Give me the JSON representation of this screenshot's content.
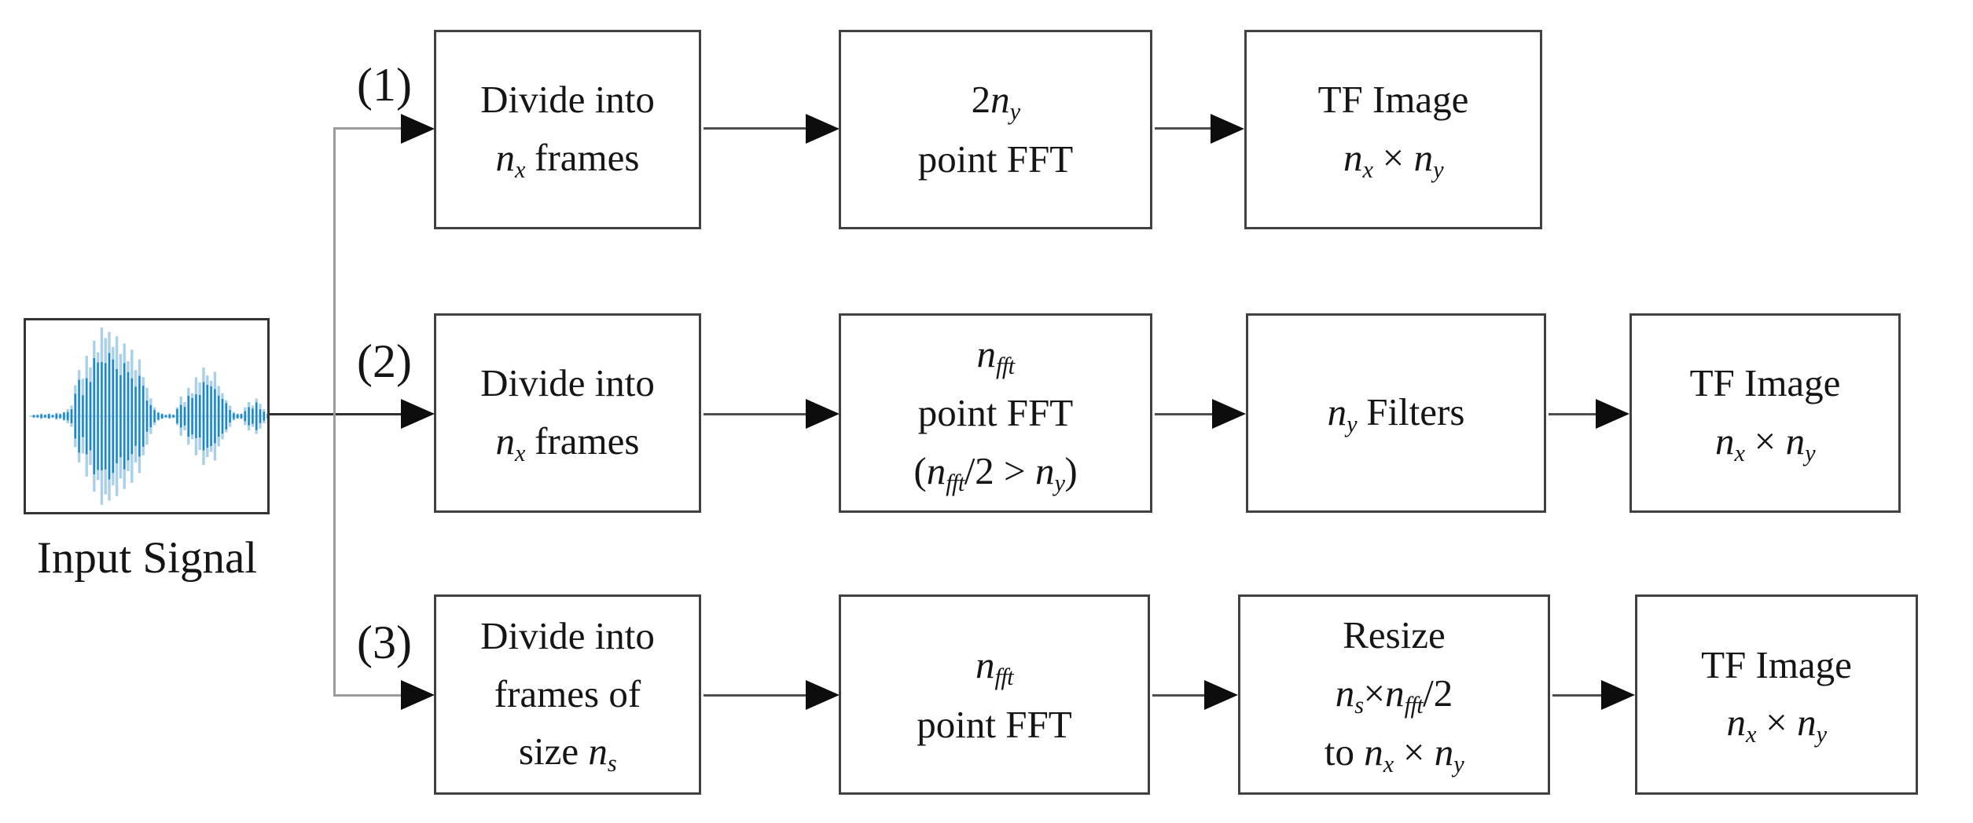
{
  "figure": {
    "background": "#ffffff",
    "input": {
      "label": "Input Signal",
      "waveform": {
        "color_dark": "#1786c8",
        "color_light": "#a9cfe9",
        "midline": "#bcd9ee",
        "amplitudes": [
          0.02,
          0.02,
          0.03,
          0.02,
          0.03,
          0.02,
          0.04,
          0.03,
          0.05,
          0.08,
          0.12,
          0.35,
          0.52,
          0.42,
          0.68,
          0.55,
          0.85,
          0.72,
          1.0,
          0.88,
          0.95,
          0.78,
          0.9,
          0.7,
          0.82,
          0.62,
          0.75,
          0.52,
          0.64,
          0.44,
          0.32,
          0.2,
          0.1,
          0.05,
          0.03,
          0.02,
          0.03,
          0.02,
          0.1,
          0.22,
          0.16,
          0.32,
          0.26,
          0.44,
          0.38,
          0.55,
          0.46,
          0.4,
          0.5,
          0.34,
          0.26,
          0.18,
          0.12,
          0.05,
          0.03,
          0.03,
          0.1,
          0.16,
          0.12,
          0.2,
          0.14,
          0.08,
          0.03,
          0.02
        ]
      }
    },
    "branch_labels": [
      {
        "text": "(1)"
      },
      {
        "text": "(2)"
      },
      {
        "text": "(3)"
      }
    ],
    "rows": [
      {
        "boxes": [
          {
            "lines": [
              [
                {
                  "t": "Divide into"
                }
              ],
              [
                {
                  "t": "n",
                  "i": 1
                },
                {
                  "t": "x",
                  "s": 1
                },
                {
                  "t": " frames"
                }
              ]
            ]
          },
          {
            "lines": [
              [
                {
                  "t": "2"
                },
                {
                  "t": "n",
                  "i": 1
                },
                {
                  "t": "y",
                  "s": 1
                }
              ],
              [
                {
                  "t": "point FFT"
                }
              ]
            ]
          },
          {
            "lines": [
              [
                {
                  "t": "TF Image"
                }
              ],
              [
                {
                  "t": "n",
                  "i": 1
                },
                {
                  "t": "x",
                  "s": 1
                },
                {
                  "t": " × "
                },
                {
                  "t": "n",
                  "i": 1
                },
                {
                  "t": "y",
                  "s": 1
                }
              ]
            ]
          }
        ]
      },
      {
        "boxes": [
          {
            "lines": [
              [
                {
                  "t": "Divide into"
                }
              ],
              [
                {
                  "t": "n",
                  "i": 1
                },
                {
                  "t": "x",
                  "s": 1
                },
                {
                  "t": " frames"
                }
              ]
            ]
          },
          {
            "lines": [
              [
                {
                  "t": "n",
                  "i": 1
                },
                {
                  "t": "fft",
                  "s": 1
                }
              ],
              [
                {
                  "t": "point FFT"
                }
              ],
              [
                {
                  "t": "("
                },
                {
                  "t": "n",
                  "i": 1
                },
                {
                  "t": "fft",
                  "s": 1
                },
                {
                  "t": "/2 > "
                },
                {
                  "t": "n",
                  "i": 1
                },
                {
                  "t": "y",
                  "s": 1
                },
                {
                  "t": ")"
                }
              ]
            ]
          },
          {
            "lines": [
              [
                {
                  "t": "n",
                  "i": 1
                },
                {
                  "t": "y",
                  "s": 1
                },
                {
                  "t": " Filters"
                }
              ]
            ]
          },
          {
            "lines": [
              [
                {
                  "t": "TF Image"
                }
              ],
              [
                {
                  "t": "n",
                  "i": 1
                },
                {
                  "t": "x",
                  "s": 1
                },
                {
                  "t": " × "
                },
                {
                  "t": "n",
                  "i": 1
                },
                {
                  "t": "y",
                  "s": 1
                }
              ]
            ]
          }
        ]
      },
      {
        "boxes": [
          {
            "lines": [
              [
                {
                  "t": "Divide into"
                }
              ],
              [
                {
                  "t": "frames of"
                }
              ],
              [
                {
                  "t": "size "
                },
                {
                  "t": "n",
                  "i": 1
                },
                {
                  "t": "s",
                  "s": 1
                }
              ]
            ]
          },
          {
            "lines": [
              [
                {
                  "t": "n",
                  "i": 1
                },
                {
                  "t": "fft",
                  "s": 1
                }
              ],
              [
                {
                  "t": "point FFT"
                }
              ]
            ]
          },
          {
            "lines": [
              [
                {
                  "t": "Resize"
                }
              ],
              [
                {
                  "t": "n",
                  "i": 1
                },
                {
                  "t": "s",
                  "s": 1
                },
                {
                  "t": "×"
                },
                {
                  "t": "n",
                  "i": 1
                },
                {
                  "t": "fft",
                  "s": 1
                },
                {
                  "t": "/2"
                }
              ],
              [
                {
                  "t": "to "
                },
                {
                  "t": "n",
                  "i": 1
                },
                {
                  "t": "x",
                  "s": 1
                },
                {
                  "t": " × "
                },
                {
                  "t": "n",
                  "i": 1
                },
                {
                  "t": "y",
                  "s": 1
                }
              ]
            ]
          },
          {
            "lines": [
              [
                {
                  "t": "TF Image"
                }
              ],
              [
                {
                  "t": "n",
                  "i": 1
                },
                {
                  "t": "x",
                  "s": 1
                },
                {
                  "t": " × "
                },
                {
                  "t": "n",
                  "i": 1
                },
                {
                  "t": "y",
                  "s": 1
                }
              ]
            ]
          }
        ]
      }
    ]
  }
}
